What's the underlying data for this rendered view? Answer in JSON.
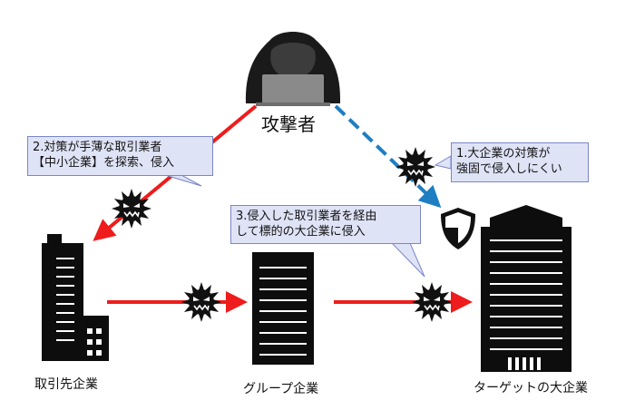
{
  "attacker": {
    "label": "攻撃者"
  },
  "callouts": {
    "c1": {
      "line1": "1.大企業の対策が",
      "line2": "強固で侵入しにくい"
    },
    "c2": {
      "line1": "2.対策が手薄な取引業者",
      "line2": "【中小企業】を探索、侵入"
    },
    "c3": {
      "line1": "3.侵入した取引業者を経由",
      "line2": "して標的の大企業に侵入"
    }
  },
  "buildings": {
    "supplier": "取引先企業",
    "group": "グループ企業",
    "target": "ターゲットの大企業"
  },
  "icons": [
    "hacker-icon",
    "virus-icon",
    "shield-icon",
    "building-icon"
  ],
  "colors": {
    "attack_arrow": "#ee1c1c",
    "blocked_arrow": "#1f7ec2",
    "callout_bg": "#dfe3f6",
    "building": "#0d0d0d"
  }
}
